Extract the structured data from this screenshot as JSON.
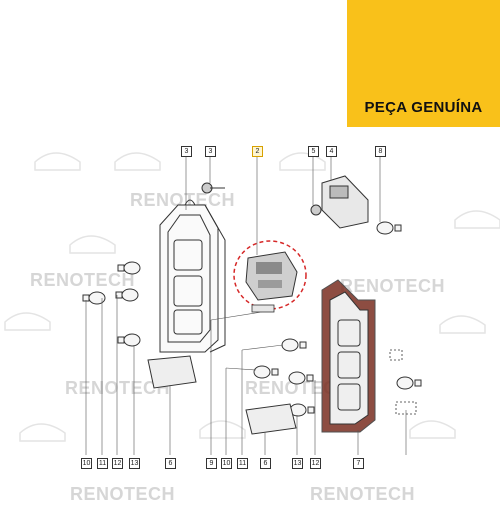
{
  "badge": {
    "text": "PEÇA GENUÍNA",
    "brand_color": "#f9c11a"
  },
  "watermark": {
    "text": "RENOTECH",
    "color": "#d6d6d6"
  },
  "callouts": {
    "top": [
      "3",
      "3",
      "2",
      "5",
      "4",
      "8"
    ],
    "bottom": [
      "10",
      "11",
      "12",
      "13",
      "6",
      "9",
      "10",
      "11",
      "6",
      "13",
      "12",
      "7"
    ]
  },
  "colors": {
    "highlight": "#d8a100",
    "highlight_ring": "#d62828",
    "lamp_lens": "#7a2f22"
  }
}
